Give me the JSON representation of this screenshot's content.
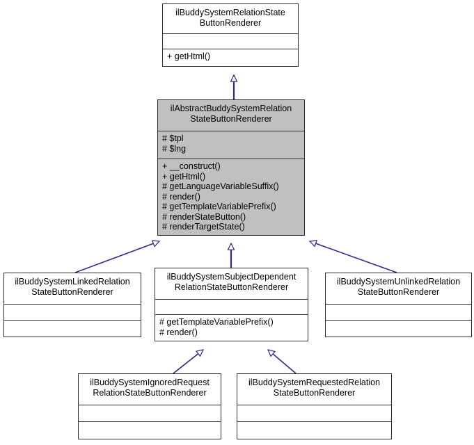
{
  "diagram": {
    "type": "uml-class-diagram",
    "title": "ilBuddySystemRelationStateButtonRenderer inheritance diagram",
    "edge_color": "#2a2a8c",
    "abstract_fill": "#c0c0c0",
    "node_fill": "#ffffff",
    "border_color": "#2b2b2b"
  },
  "classes": {
    "root": {
      "name": "ilBuddySystemRelationState\nButtonRenderer",
      "attributes": "",
      "operations": "+ getHtml()"
    },
    "abstract": {
      "name": "ilAbstractBuddySystemRelation\nStateButtonRenderer",
      "attributes": "# $tpl\n# $lng",
      "operations": "+ __construct()\n+ getHtml()\n# getLanguageVariableSuffix()\n# render()\n# getTemplateVariablePrefix()\n# renderStateButton()\n# renderTargetState()"
    },
    "linked": {
      "name": "ilBuddySystemLinkedRelation\nStateButtonRenderer",
      "attributes": "",
      "operations": ""
    },
    "subject_dependent": {
      "name": "ilBuddySystemSubjectDependent\nRelationStateButtonRenderer",
      "attributes": "",
      "operations": "# getTemplateVariablePrefix()\n# render()"
    },
    "unlinked": {
      "name": "ilBuddySystemUnlinkedRelation\nStateButtonRenderer",
      "attributes": "",
      "operations": ""
    },
    "ignored_request": {
      "name": "ilBuddySystemIgnoredRequest\nRelationStateButtonRenderer",
      "attributes": "",
      "operations": ""
    },
    "requested": {
      "name": "ilBuddySystemRequestedRelation\nStateButtonRenderer",
      "attributes": "",
      "operations": ""
    }
  },
  "edges": [
    {
      "from": "abstract",
      "to": "root",
      "kind": "generalization"
    },
    {
      "from": "linked",
      "to": "abstract",
      "kind": "generalization"
    },
    {
      "from": "subject_dependent",
      "to": "abstract",
      "kind": "generalization"
    },
    {
      "from": "unlinked",
      "to": "abstract",
      "kind": "generalization"
    },
    {
      "from": "ignored_request",
      "to": "subject_dependent",
      "kind": "generalization"
    },
    {
      "from": "requested",
      "to": "subject_dependent",
      "kind": "generalization"
    }
  ]
}
